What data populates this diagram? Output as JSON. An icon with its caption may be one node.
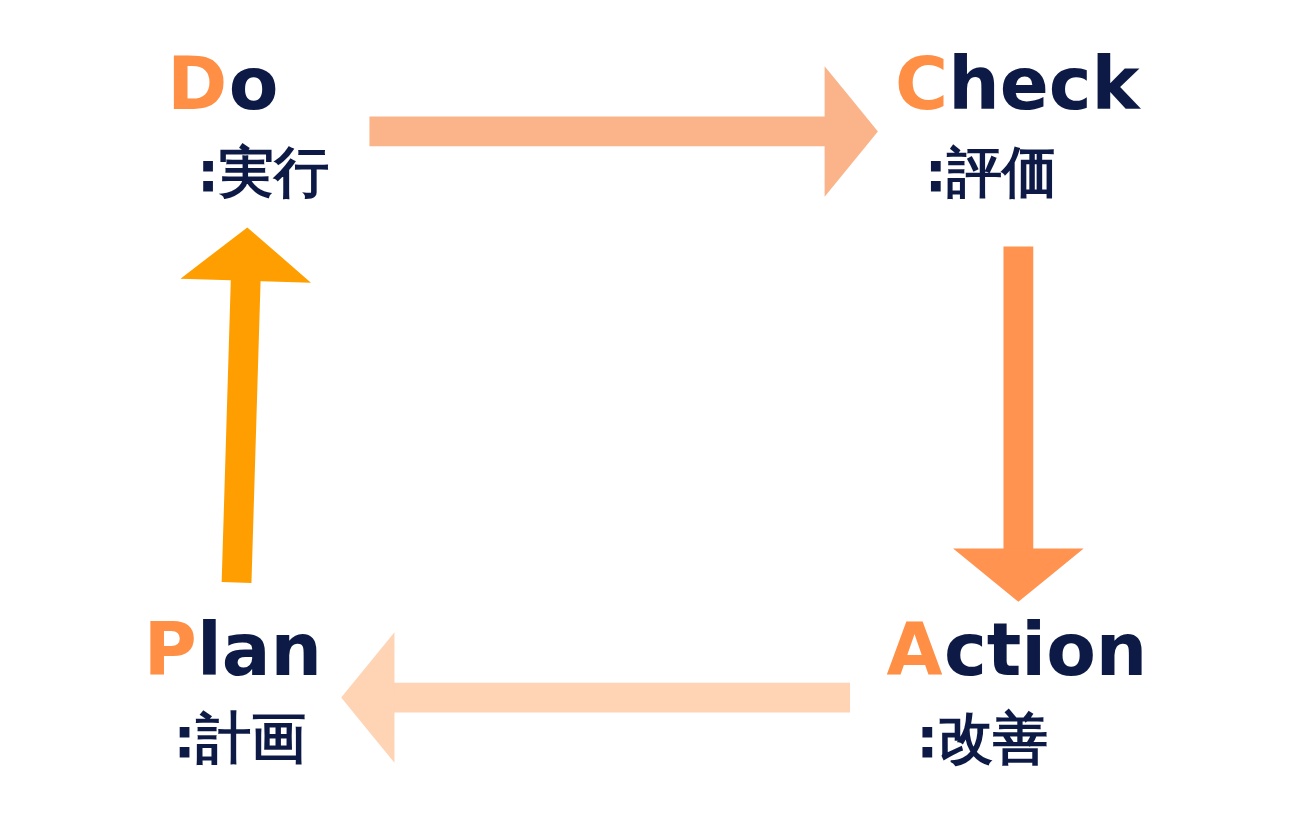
{
  "diagram": {
    "nodes": [
      {
        "text": [
          "Do",
          ":実行"
        ]
      },
      {
        "text": [
          "Check",
          ":評価"
        ]
      },
      {
        "text": [
          "Plan",
          ":計画"
        ]
      },
      {
        "text": [
          "Action",
          ":改善"
        ]
      }
    ],
    "edges": [
      {
        "from": 2,
        "to": 0,
        "arrow": "to",
        "color": "#ff9e00"
      },
      {
        "from": 0,
        "to": 1,
        "arrow": "to",
        "color": "#fbb48a"
      },
      {
        "from": 1,
        "to": 3,
        "arrow": "to",
        "color": "#ff934f"
      },
      {
        "from": 3,
        "to": 2,
        "arrow": "to",
        "color": "#fed4b5"
      }
    ]
  }
}
